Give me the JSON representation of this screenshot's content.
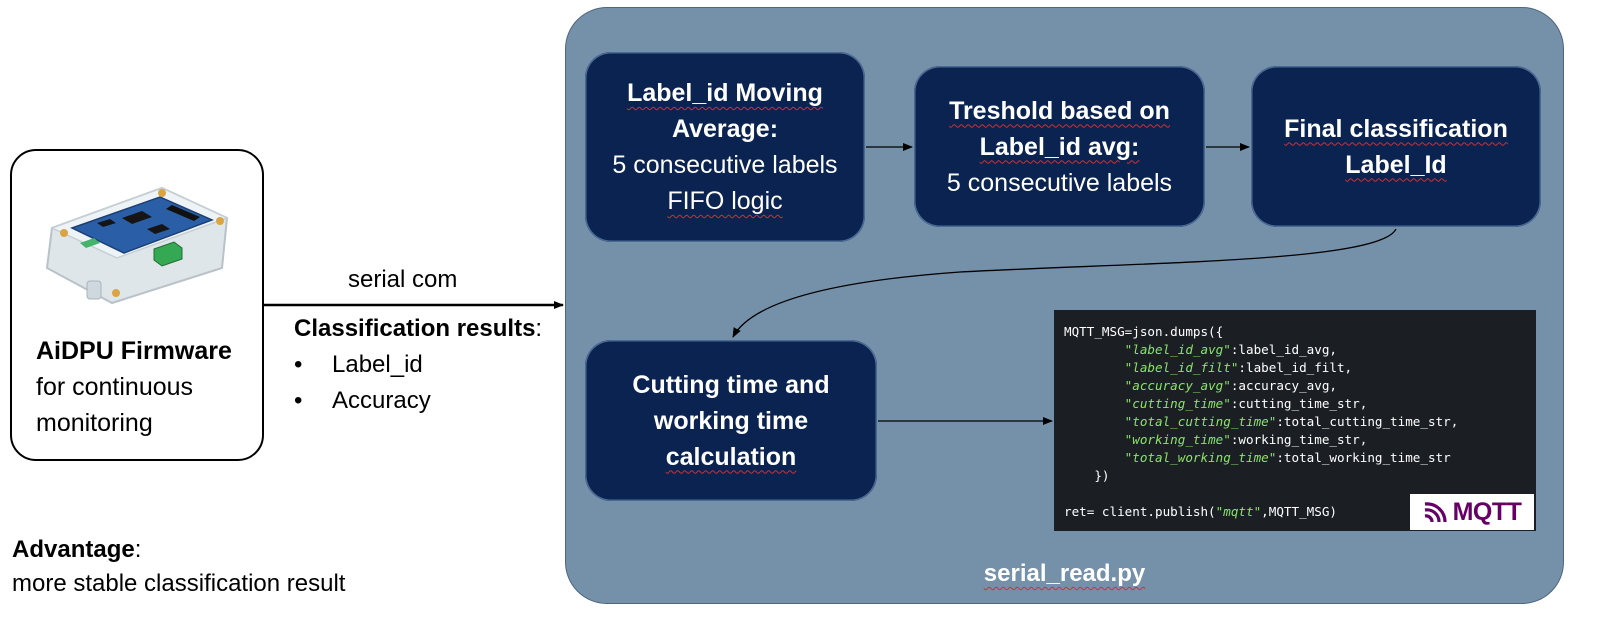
{
  "device": {
    "title": "AiDPU Firmware",
    "subtitle_line1": "for continuous",
    "subtitle_line2": "monitoring"
  },
  "serial": {
    "label": "serial com",
    "results_title": "Classification results",
    "results_colon": ":",
    "bullets": [
      "Label_id",
      "Accuracy"
    ]
  },
  "advantage": {
    "title": "Advantage",
    "colon": ":",
    "text": "more stable classification result"
  },
  "panel": {
    "title": "serial_read.py"
  },
  "boxes": {
    "moving": {
      "title_line1": "Label_id Moving",
      "title_line2": "Average:",
      "line3": "5 consecutive labels",
      "line4": "FIFO logic"
    },
    "threshold": {
      "title_line1": "Treshold based on",
      "title_line2": "Label_id avg:",
      "line3": "5 consecutive labels"
    },
    "final": {
      "title_line1": "Final classification",
      "title_line2": "Label_Id"
    },
    "cutting": {
      "title_line1": "Cutting time and",
      "title_line2": "working time",
      "title_line3": "calculation"
    }
  },
  "code": {
    "line_open": "MQTT_MSG=json.dumps({",
    "entries": [
      {
        "key": "\"label_id_avg\"",
        "value": ":label_id_avg,"
      },
      {
        "key": "\"label_id_filt\"",
        "value": ":label_id_filt,"
      },
      {
        "key": "\"accuracy_avg\"",
        "value": ":accuracy_avg,"
      },
      {
        "key": "\"cutting_time\"",
        "value": ":cutting_time_str,"
      },
      {
        "key": "\"total_cutting_time\"",
        "value": ":total_cutting_time_str,"
      },
      {
        "key": "\"working_time\"",
        "value": ":working_time_str,"
      },
      {
        "key": "\"total_working_time\"",
        "value": ":total_working_time_str"
      }
    ],
    "line_close": "    })",
    "publish_prefix": "ret= client.publish(",
    "publish_topic": "\"mqtt\"",
    "publish_suffix": ",MQTT_MSG)"
  },
  "logo": {
    "text": "MQTT"
  },
  "colors": {
    "panel": "#7590a9",
    "box": "#0a2350",
    "code_bg": "#1b1f24",
    "code_string": "#8be36a",
    "mqtt_purple": "#660066"
  }
}
